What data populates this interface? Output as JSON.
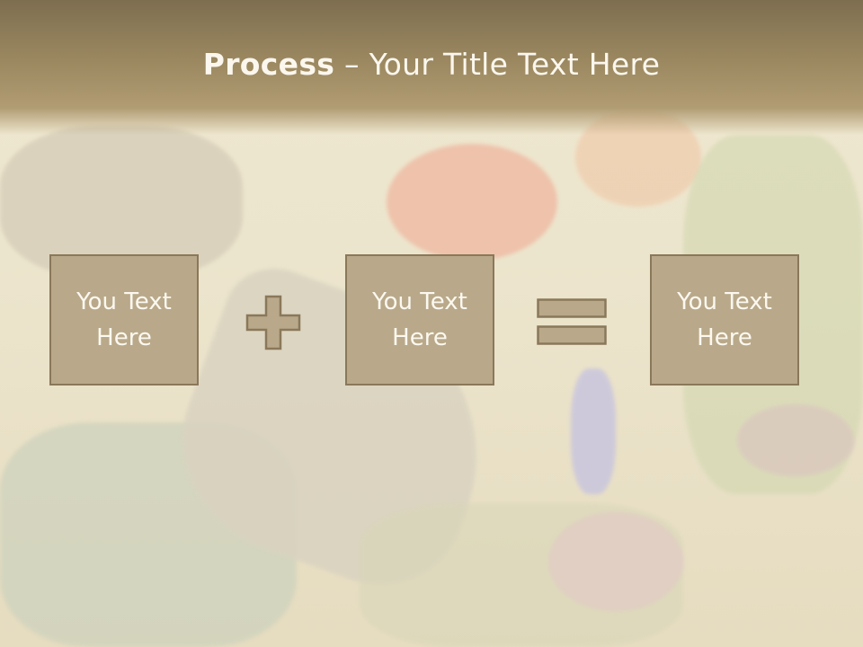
{
  "slide": {
    "title_bold": "Process",
    "title_rest": " – Your Title Text Here",
    "boxes": [
      {
        "text": "You Text Here"
      },
      {
        "text": "You Text Here"
      },
      {
        "text": "You Text Here"
      }
    ],
    "operators": [
      "plus-icon",
      "equals-icon"
    ],
    "colors": {
      "header": "#9b8860",
      "box_fill": "#b9a98a",
      "box_border": "#8a785a",
      "text": "#fbf8f0"
    }
  }
}
